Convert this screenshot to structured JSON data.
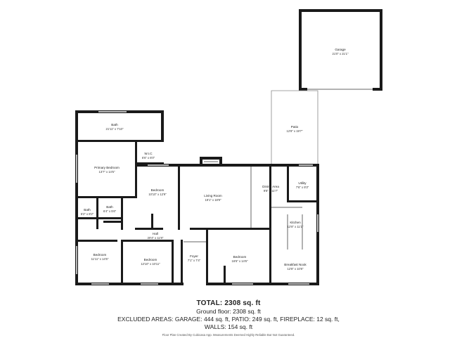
{
  "rooms": {
    "garage": {
      "name": "Garage",
      "dims": "21'0\" x 21'1\""
    },
    "patio": {
      "name": "Patio",
      "dims": "12'8\" x 19'7\""
    },
    "bath_top": {
      "name": "Bath",
      "dims": "21'11\" x 7'10\""
    },
    "wic": {
      "name": "W.I.C",
      "dims": "6'6\" x 6'0\""
    },
    "primary_bedroom": {
      "name": "Primary Bedroom",
      "dims": "13'7\" x 14'5\""
    },
    "bedroom_mid": {
      "name": "Bedroom",
      "dims": "10'10\" x 12'9\""
    },
    "living_room": {
      "name": "Living Room",
      "dims": "19'1\" x 18'9\""
    },
    "dining_area": {
      "name": "Dining Area",
      "dims": "9'8\" x 11'7\""
    },
    "utility": {
      "name": "Utility",
      "dims": "7'6\" x 9'3\""
    },
    "bath_small_1": {
      "name": "Bath",
      "dims": "5'2\" x 8'2\""
    },
    "bath_small_2": {
      "name": "Bath",
      "dims": "6'4\" x 5'6\""
    },
    "kitchen": {
      "name": "Kitchen",
      "dims": "12'8\" x 11'1\""
    },
    "hall": {
      "name": "Hall",
      "dims": "20'4\" x 11'8\""
    },
    "bedroom_sw": {
      "name": "Bedroom",
      "dims": "11'11\" x 14'5\""
    },
    "bedroom_s": {
      "name": "Bedroom",
      "dims": "12'10\" x 10'11\""
    },
    "foyer": {
      "name": "Foyer",
      "dims": "7'1\" x 7'4\""
    },
    "bedroom_se": {
      "name": "Bedroom",
      "dims": "16'6\" x 14'6\""
    },
    "breakfast_nook": {
      "name": "Breakfast Nook",
      "dims": "12'8\" x 10'8\""
    }
  },
  "summary": {
    "total": "TOTAL: 2308 sq. ft",
    "ground_floor": "Ground floor: 2308 sq. ft",
    "excluded": "EXCLUDED AREAS: GARAGE: 444 sq. ft, PATIO: 249 sq. ft, FIREPLACE: 12 sq. ft,",
    "walls": "WALLS: 154 sq. ft",
    "credit": "Floor Plan Created By Cubicasa App. Measurements Deemed Highly Reliable But Not Guaranteed."
  }
}
